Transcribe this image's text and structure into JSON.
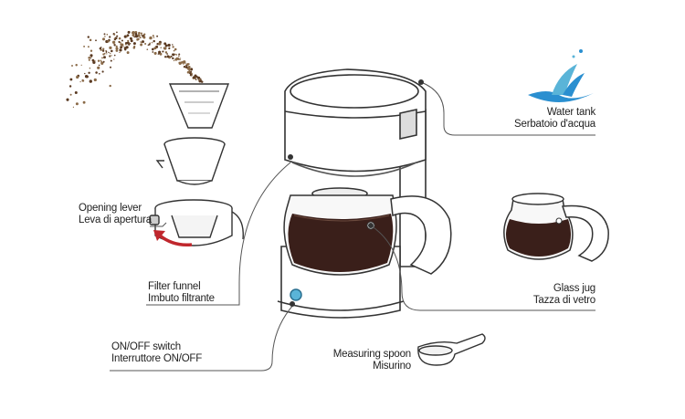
{
  "labels": {
    "water_tank": {
      "en": "Water tank",
      "it": "Serbatoio d'acqua"
    },
    "opening_lever": {
      "en": "Opening lever",
      "it": "Leva di apertura"
    },
    "filter_funnel": {
      "en": "Filter funnel",
      "it": "Imbuto filtrante"
    },
    "glass_jug": {
      "en": "Glass jug",
      "it": "Tazza di vetro"
    },
    "on_off_switch": {
      "en": "ON/OFF switch",
      "it": "Interruttore ON/OFF"
    },
    "measuring_spoon": {
      "en": "Measuring spoon",
      "it": "Misurino"
    }
  },
  "colors": {
    "outline": "#333333",
    "leader_line": "#555555",
    "coffee": "#3a1f1a",
    "arrow": "#c0272d",
    "water": "#2a8fd0",
    "switch": "#5ab4d8"
  }
}
